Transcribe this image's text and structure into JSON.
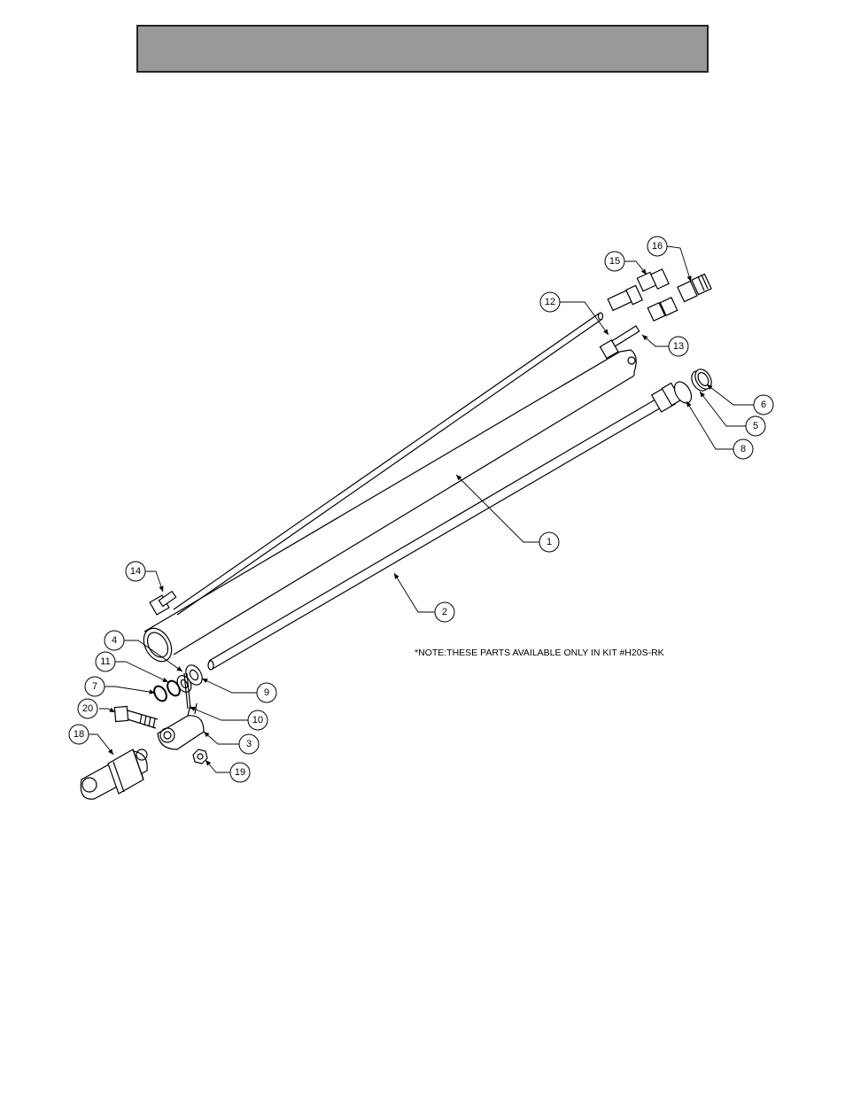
{
  "header": {
    "background_color": "#999999"
  },
  "note": {
    "text": "*NOTE:THESE PARTS AVAILABLE ONLY IN KIT #H20S-RK"
  },
  "callouts": {
    "c1": "1",
    "c2": "2",
    "c3": "3",
    "c4": "4",
    "c5": "5",
    "c6": "6",
    "c7": "7",
    "c8": "8",
    "c9": "9",
    "c10": "10",
    "c11": "11",
    "c12": "12",
    "c13": "13",
    "c14": "14",
    "c15": "15",
    "c16": "16",
    "c18": "18",
    "c19": "19",
    "c20": "20"
  }
}
